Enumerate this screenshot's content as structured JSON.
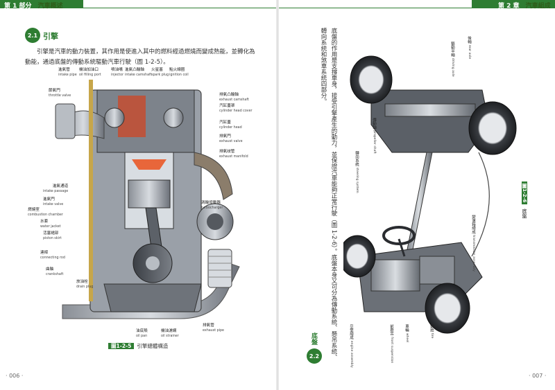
{
  "left_page": {
    "part_label": "第 1 部分",
    "part_title": "汽車概述",
    "section_num": "2.1",
    "section_title": "引擎",
    "paragraph": "引擎是汽車的動力裝置，其作用是使進入其中的燃料經過燃燒而變成熱能，並轉化為動能，通過底盤的傳動系統驅動汽車行駛（圖 1-2-5）。",
    "labels": [
      {
        "zh": "進氣管",
        "en": "intake pipe"
      },
      {
        "zh": "機油加油口",
        "en": "oil filling port"
      },
      {
        "zh": "噴油嘴",
        "en": "injector"
      },
      {
        "zh": "進氣凸輪軸",
        "en": "intake camshaft"
      },
      {
        "zh": "火星塞",
        "en": "spark plug"
      },
      {
        "zh": "點火線圈",
        "en": "ignition coil"
      },
      {
        "zh": "節氣門",
        "en": "throttle valve"
      },
      {
        "zh": "排氣凸輪軸",
        "en": "exhaust camshaft"
      },
      {
        "zh": "汽缸蓋罩",
        "en": "cylinder head cover"
      },
      {
        "zh": "汽缸蓋",
        "en": "cylinder head"
      },
      {
        "zh": "排氣門",
        "en": "exhaust valve"
      },
      {
        "zh": "排氣歧管",
        "en": "exhaust manifold"
      },
      {
        "zh": "進氣通道",
        "en": "intake passage"
      },
      {
        "zh": "進氣門",
        "en": "intake valve"
      },
      {
        "zh": "燃燒室",
        "en": "combustion chamber"
      },
      {
        "zh": "水套",
        "en": "water jacket"
      },
      {
        "zh": "活塞裙部",
        "en": "piston skirt"
      },
      {
        "zh": "渦輪增壓器",
        "en": "turbocharger"
      },
      {
        "zh": "連桿",
        "en": "connecting rod"
      },
      {
        "zh": "曲軸",
        "en": "crankshaft"
      },
      {
        "zh": "放油栓",
        "en": "drain plug"
      },
      {
        "zh": "油底殼",
        "en": "oil pan"
      },
      {
        "zh": "機油濾網",
        "en": "oil strainer"
      },
      {
        "zh": "排氣管",
        "en": "exhaust pipe"
      }
    ],
    "figure_tag": "圖1-2-5",
    "figure_caption": "引擎總體構造",
    "page_number": "· 006 ·"
  },
  "right_page": {
    "chapter_label": "第 2 章",
    "chapter_title": "汽車組成",
    "section_num": "2.2",
    "section_title": "底盤",
    "paragraph": "底盤的作用是支撐車身，接受引擎產生的動力，並保證汽車能夠正常行駛（圖 1-2-6）。底盤本身又可分為傳動系統、懸吊系統、轉向系統和煞車系統四部分。",
    "labels": [
      {
        "zh": "驅動半軸",
        "en": "driving axle"
      },
      {
        "zh": "後軸",
        "en": "rear axle"
      },
      {
        "zh": "傳動軸",
        "en": "propeller shaft"
      },
      {
        "zh": "轉向系統",
        "en": "steering system"
      },
      {
        "zh": "變速箱總成",
        "en": "transmission assembly"
      },
      {
        "zh": "引擎總成",
        "en": "engine assembly"
      },
      {
        "zh": "前懸吊",
        "en": "front suspension"
      },
      {
        "zh": "車輪",
        "en": "wheel"
      },
      {
        "zh": "輪胎",
        "en": "tire"
      }
    ],
    "figure_tag": "圖1-2-6",
    "figure_caption": "底盤",
    "page_number": "· 007 ·"
  },
  "colors": {
    "accent": "#2e7d32",
    "text": "#333333"
  }
}
